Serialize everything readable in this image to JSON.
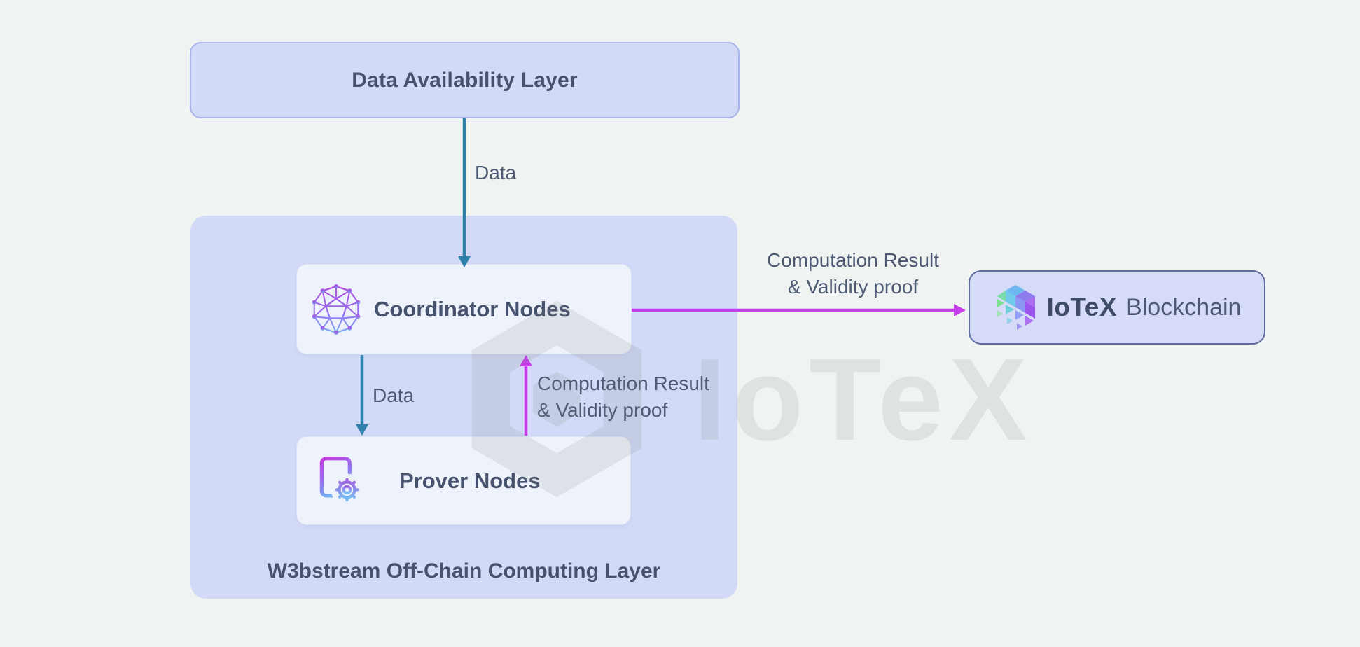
{
  "colors": {
    "background": "#eff3f1",
    "layer_fill": "#d2daf7",
    "layer_border": "#a9b5ea",
    "node_fill": "#eef2fb",
    "node_border": "#dfe4f4",
    "iotex_fill": "#d6dcf8",
    "iotex_border": "#5d6b9e",
    "teal_arrow": "#2f81aa",
    "magenta_arrow": "#c53fe8",
    "heading_text": "#47536e",
    "label_text": "#4e5a73",
    "watermark": "rgba(120,126,121,0.14)"
  },
  "nodes": {
    "data_availability": {
      "label": "Data Availability Layer"
    },
    "computing_layer": {
      "label": "W3bstream Off-Chain Computing Layer"
    },
    "coordinator": {
      "label": "Coordinator Nodes",
      "icon": "mesh-network-icon"
    },
    "prover": {
      "label": "Prover Nodes",
      "icon": "document-gear-icon"
    },
    "blockchain": {
      "brand": "IoTeX",
      "label": "Blockchain",
      "icon": "iotex-cube-icon"
    }
  },
  "edges": {
    "da_to_coordinator": {
      "label": "Data",
      "color": "teal"
    },
    "coordinator_to_prover": {
      "label": "Data",
      "color": "teal"
    },
    "prover_to_coordinator": {
      "label_line1": "Computation Result",
      "label_line2": "& Validity proof",
      "color": "magenta"
    },
    "coordinator_to_blockchain": {
      "label_line1": "Computation Result",
      "label_line2": "& Validity proof",
      "color": "magenta"
    }
  },
  "watermark": {
    "text": "IoTeX"
  }
}
